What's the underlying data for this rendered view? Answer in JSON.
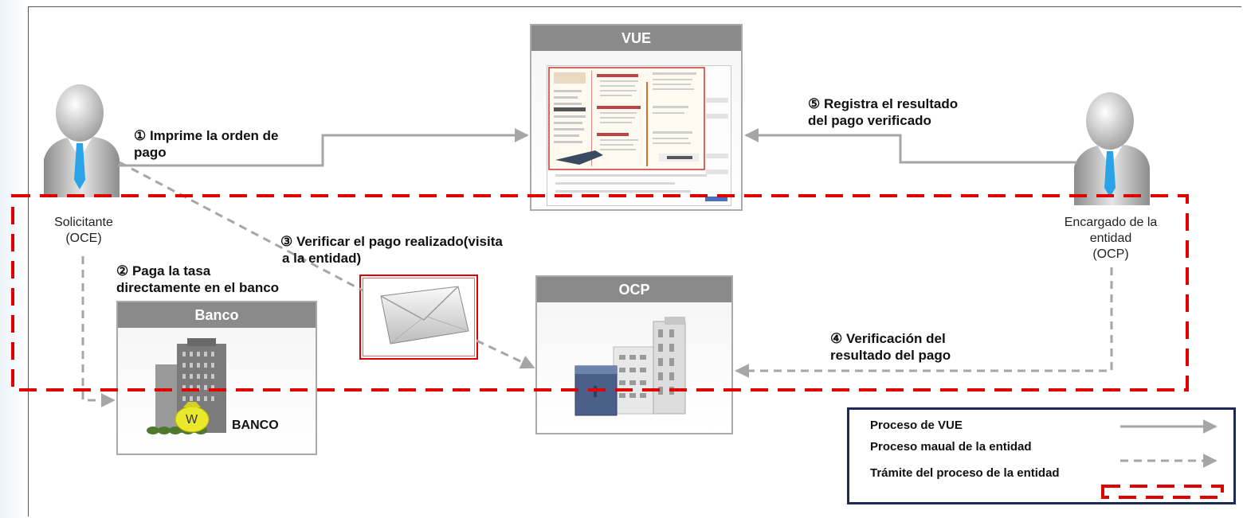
{
  "boxes": {
    "vue": {
      "title": "VUE"
    },
    "banco": {
      "title": "Banco",
      "bank_sign": "BANCO",
      "bag_letter": "W"
    },
    "ocp": {
      "title": "OCP"
    }
  },
  "actors": {
    "solicitante": {
      "line1": "Solicitante",
      "line2": "(OCE)"
    },
    "encargado": {
      "line1": "Encargado de la",
      "line2": "entidad",
      "line3": "(OCP)"
    }
  },
  "steps": {
    "s1": {
      "line1": "① Imprime la orden de",
      "line2": "pago"
    },
    "s2": {
      "line1": "② Paga la tasa",
      "line2": "directamente en el banco"
    },
    "s3": {
      "line1": "③ Verificar el pago realizado(visita",
      "line2": "a la entidad)"
    },
    "s4": {
      "line1": "④ Verificación del",
      "line2": "resultado del pago"
    },
    "s5": {
      "line1": "⑤ Registra el resultado",
      "line2": "del pago verificado"
    }
  },
  "legend": {
    "items": [
      {
        "label": "Proceso de VUE",
        "style": "solid",
        "color": "#a6a6a6"
      },
      {
        "label": "Proceso maual de la entidad",
        "style": "dashed",
        "color": "#a6a6a6"
      },
      {
        "label": "Trámite del proceso de la entidad",
        "style": "dashed-box",
        "color": "#e00000"
      }
    ]
  },
  "colors": {
    "arrow": "#a6a6a6",
    "boundary": "#e00000",
    "header": "#8a8a8a",
    "legend_border": "#1c2a55"
  }
}
